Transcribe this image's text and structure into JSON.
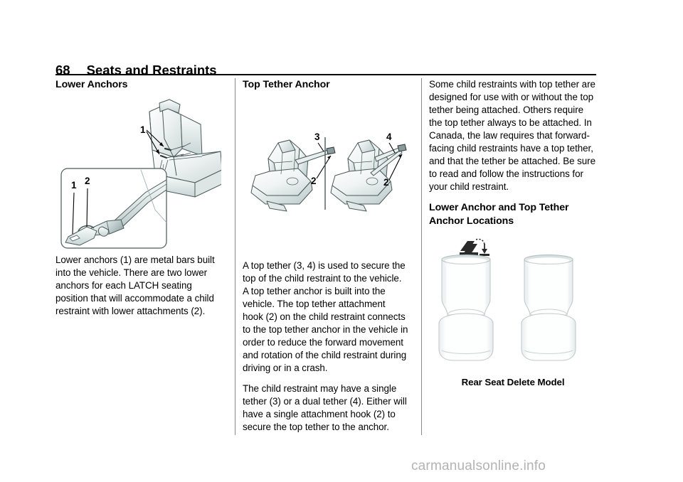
{
  "document": {
    "page_number": "68",
    "header_title": "Seats and Restraints",
    "watermark": "carmanualsonline.info"
  },
  "columns": {
    "left": {
      "heading": "Lower Anchors",
      "figure": {
        "name": "lower-anchors-illustration",
        "callouts": [
          "1",
          "2",
          "1"
        ],
        "inset_callouts": [
          "1",
          "2"
        ]
      },
      "paragraphs": [
        "Lower anchors (1) are metal bars built into the vehicle. There are two lower anchors for each LATCH seating position that will accommodate a child restraint with lower attachments (2)."
      ]
    },
    "middle": {
      "heading": "Top Tether Anchor",
      "figure": {
        "name": "top-tether-anchor-illustration",
        "callouts_left": [
          "3",
          "2"
        ],
        "callouts_right": [
          "4",
          "2"
        ]
      },
      "paragraphs": [
        "A top tether (3, 4) is used to secure the top of the child restraint to the vehicle. A top tether anchor is built into the vehicle. The top tether attachment hook (2) on the child restraint connects to the top tether anchor in the vehicle in order to reduce the forward movement and rotation of the child restraint during driving or in a crash.",
        "The child restraint may have a single tether (3) or a dual tether (4). Either will have a single attachment hook (2) to secure the top tether to the anchor."
      ]
    },
    "right": {
      "paragraphs": [
        "Some child restraints with top tether are designed for use with or without the top tether being attached. Others require the top tether always to be attached. In Canada, the law requires that forward-facing child restraints have a top tether, and that the tether be attached. Be sure to read and follow the instructions for your child restraint."
      ],
      "heading": "Lower Anchor and Top Tether Anchor Locations",
      "figure": {
        "name": "rear-seat-delete-model-illustration",
        "icon": "top-tether-anchor-symbol",
        "caption": "Rear Seat Delete Model"
      }
    }
  },
  "colors": {
    "text": "#000000",
    "rule": "#000000",
    "divider": "#8a8a8a",
    "watermark": "#b3b3b3",
    "line_art_stroke": "#4a5a5a",
    "line_art_fill": "#f2f5f5"
  }
}
